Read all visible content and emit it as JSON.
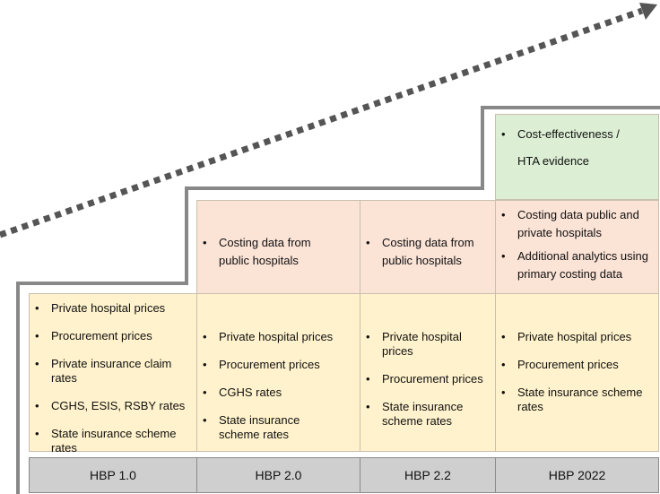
{
  "columns": [
    {
      "header": "HBP 1.0",
      "base": [
        "Private hospital prices",
        "Procurement prices",
        "Private insurance claim rates",
        "CGHS, ESIS, RSBY rates",
        "State insurance scheme rates"
      ]
    },
    {
      "header": "HBP 2.0",
      "costing": [
        "Costing data from public hospitals"
      ],
      "base": [
        "Private hospital prices",
        "Procurement prices",
        "CGHS rates",
        "State insurance scheme rates"
      ]
    },
    {
      "header": "HBP 2.2",
      "costing": [
        "Costing data from public hospitals"
      ],
      "base": [
        "Private hospital prices",
        "Procurement prices",
        "State insurance scheme rates"
      ]
    },
    {
      "header": "HBP 2022",
      "evidence": [
        "Cost-effectiveness / HTA evidence"
      ],
      "costing": [
        "Costing data public and private hospitals",
        "Additional analytics using primary costing data"
      ],
      "base": [
        "Private hospital prices",
        "Procurement prices",
        "State insurance scheme rates"
      ]
    }
  ],
  "colors": {
    "base_fill": "#fff2cc",
    "costing_fill": "#fbe3d6",
    "evidence_fill": "#dcefd4",
    "header_fill": "#cfcfcf",
    "arrow": "#555555"
  }
}
